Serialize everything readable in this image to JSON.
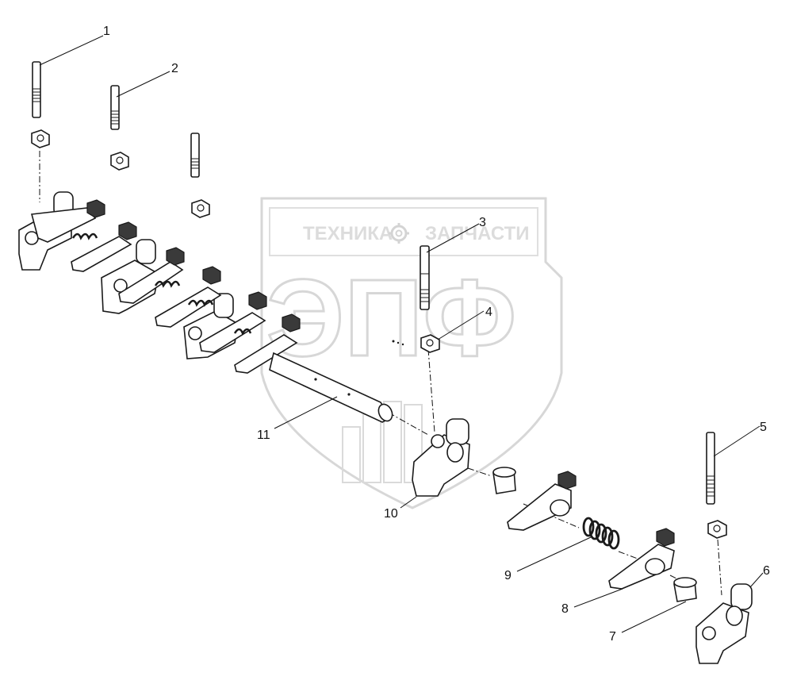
{
  "watermark": {
    "top_text": "ТЕХНИКА",
    "top_text_right": "ЗАПЧАСТИ",
    "brand": "ЭПФ",
    "gear_icon": "gear-icon"
  },
  "callouts": [
    {
      "id": "c1",
      "label": "1"
    },
    {
      "id": "c2",
      "label": "2"
    },
    {
      "id": "c3",
      "label": "3"
    },
    {
      "id": "c4",
      "label": "4"
    },
    {
      "id": "c5",
      "label": "5"
    },
    {
      "id": "c6",
      "label": "6"
    },
    {
      "id": "c7",
      "label": "7"
    },
    {
      "id": "c8",
      "label": "8"
    },
    {
      "id": "c9",
      "label": "9"
    },
    {
      "id": "c10",
      "label": "10"
    },
    {
      "id": "c11",
      "label": "11"
    }
  ]
}
